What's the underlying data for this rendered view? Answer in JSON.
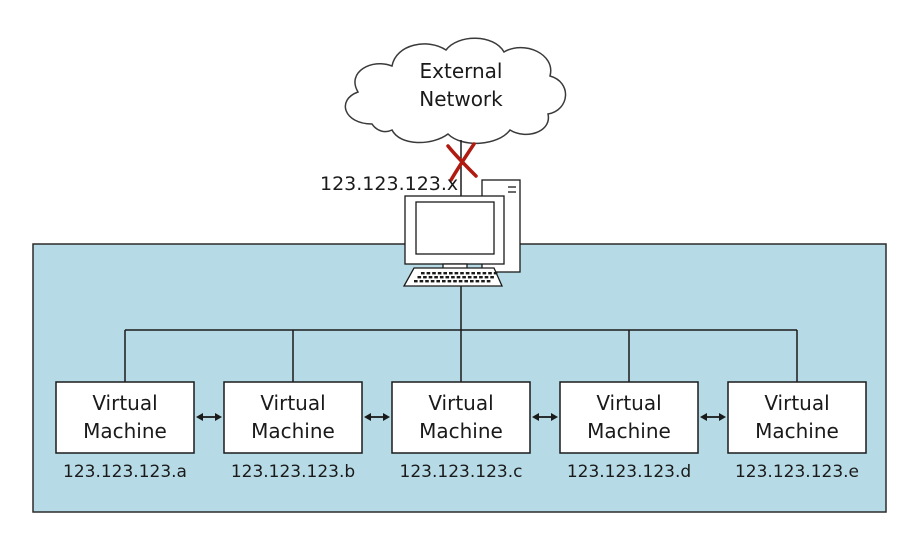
{
  "colors": {
    "enclosure_fill": "#b7dbe6",
    "enclosure_stroke": "#2b2b2b",
    "cloud_text": "#5a2a1e",
    "cross": "#b01a10",
    "line": "#1a1a1a",
    "vm_fill": "#ffffff"
  },
  "cloud": {
    "line1": "External",
    "line2": "Network"
  },
  "host": {
    "ip": "123.123.123.x",
    "icon": "desktop-computer-icon"
  },
  "link_status": "blocked",
  "vms": [
    {
      "line1": "Virtual",
      "line2": "Machine",
      "ip": "123.123.123.a"
    },
    {
      "line1": "Virtual",
      "line2": "Machine",
      "ip": "123.123.123.b"
    },
    {
      "line1": "Virtual",
      "line2": "Machine",
      "ip": "123.123.123.c"
    },
    {
      "line1": "Virtual",
      "line2": "Machine",
      "ip": "123.123.123.d"
    },
    {
      "line1": "Virtual",
      "line2": "Machine",
      "ip": "123.123.123.e"
    }
  ]
}
